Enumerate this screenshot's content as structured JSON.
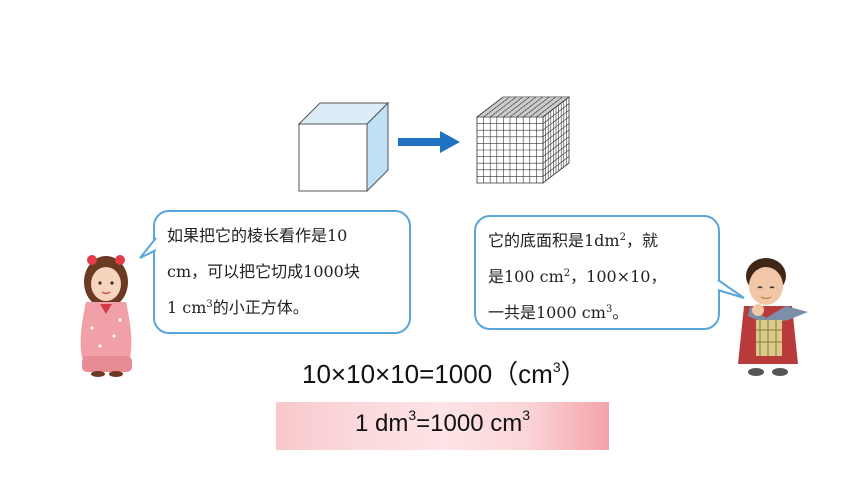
{
  "bubble_left": {
    "line1": "如果把它的棱长看作是10",
    "line2": "cm，可以把它切成1000块",
    "line3_a": "1 cm",
    "line3_sup": "3",
    "line3_b": "的小正方体。"
  },
  "bubble_right": {
    "line1_a": "它的底面积是1dm",
    "line1_sup": "2",
    "line1_b": "，就",
    "line2_a": "是100 cm",
    "line2_sup": "2",
    "line2_b": "，100×10，",
    "line3_a": "一共是1000 cm",
    "line3_sup": "3",
    "line3_b": "。"
  },
  "equation": {
    "text": "10×10×10=1000（cm",
    "sup": "3",
    "close": "）"
  },
  "result": {
    "left": "1 dm",
    "left_sup": "3",
    "right": "=1000 cm",
    "right_sup": "3"
  },
  "colors": {
    "cube_front": "#ffffff",
    "cube_side": "#bfe0f5",
    "cube_top": "#dcedf8",
    "arrow": "#1f73c2",
    "bubble_border": "#5aa6da",
    "result_bg": "#f6b8bd"
  }
}
